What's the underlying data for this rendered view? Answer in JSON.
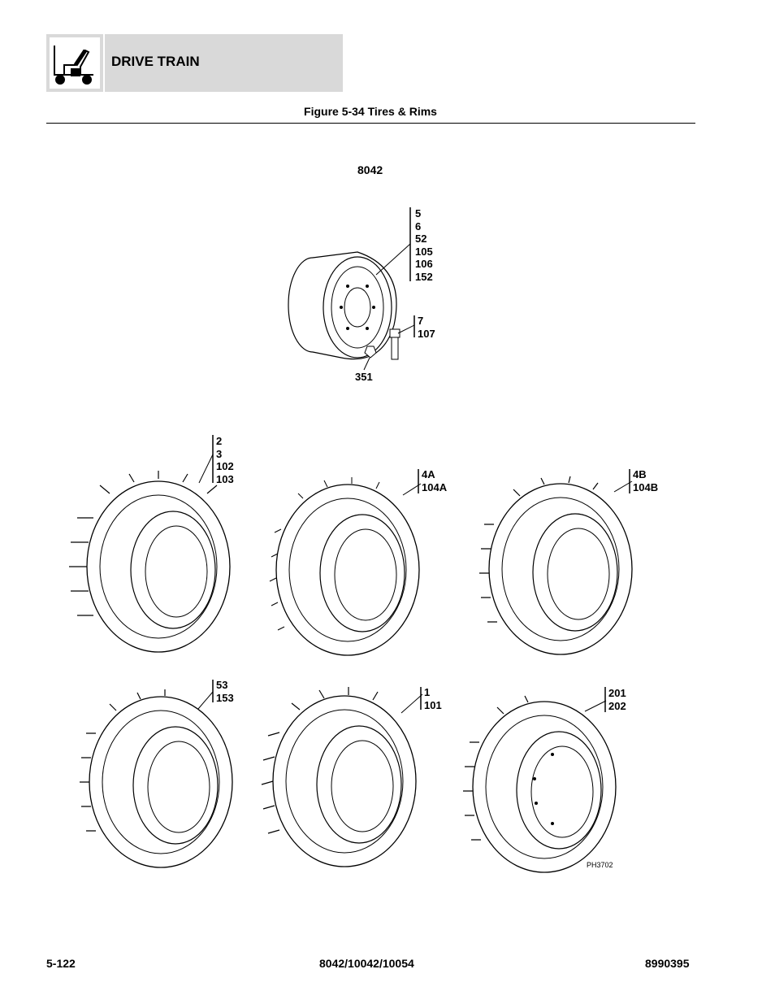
{
  "header": {
    "section_title": "DRIVE TRAIN",
    "icon": "forklift-icon"
  },
  "figure": {
    "title": "Figure 5-34 Tires & Rims",
    "model": "8042",
    "photo_code": "PH3702"
  },
  "callouts": {
    "rim": [
      "5",
      "6",
      "52",
      "105",
      "106",
      "152"
    ],
    "valve": [
      "7",
      "107"
    ],
    "nut": "351",
    "tire_1": [
      "2",
      "3",
      "102",
      "103"
    ],
    "tire_2": [
      "4A",
      "104A"
    ],
    "tire_3": [
      "4B",
      "104B"
    ],
    "tire_4": [
      "53",
      "153"
    ],
    "tire_5": [
      "1",
      "101"
    ],
    "tire_6": [
      "201",
      "202"
    ]
  },
  "footer": {
    "page_number": "5-122",
    "models": "8042/10042/10054",
    "part_number": "8990395"
  }
}
